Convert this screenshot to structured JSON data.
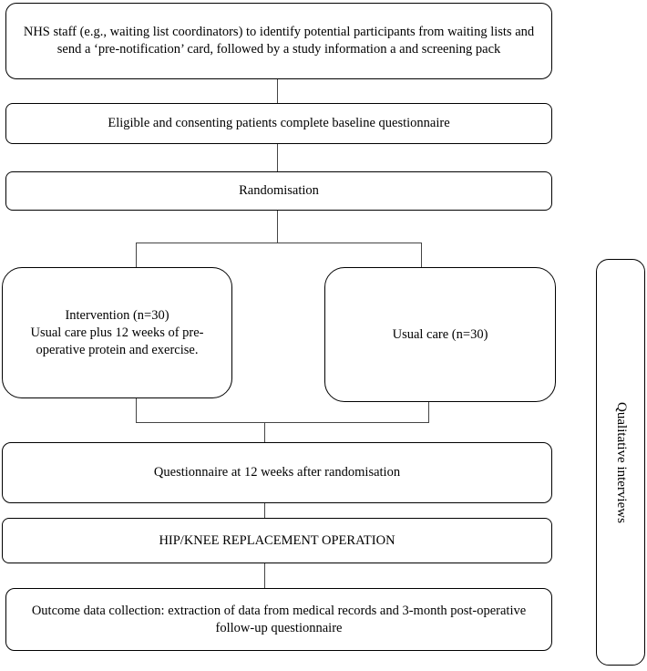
{
  "flowchart": {
    "step1": "NHS staff (e.g., waiting list coordinators) to identify potential participants from waiting lists and send a ‘pre-notification’ card, followed by a study information a and screening pack",
    "step2": "Eligible and consenting patients complete baseline questionnaire",
    "step3": "Randomisation",
    "intervention": "Intervention (n=30)\nUsual care plus 12 weeks of pre-operative protein and exercise.",
    "usual_care": "Usual care (n=30)",
    "step4": "Questionnaire at 12 weeks after randomisation",
    "step5": "HIP/KNEE REPLACEMENT OPERATION",
    "step6": "Outcome data collection: extraction of data from medical records and 3-month post-operative follow-up questionnaire",
    "side_label": "Qualitative interviews"
  }
}
